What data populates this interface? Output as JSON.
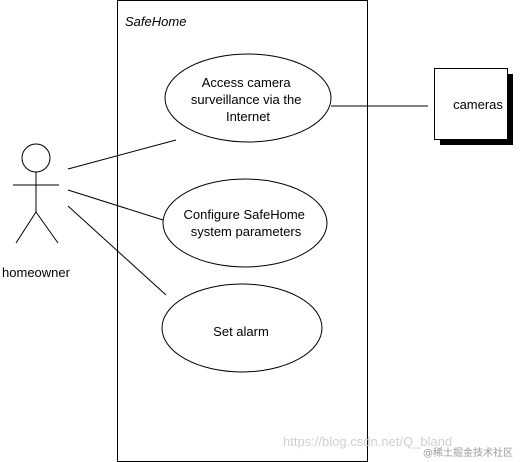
{
  "system": {
    "title": "SafeHome"
  },
  "actor": {
    "name": "homeowner"
  },
  "use_cases": [
    {
      "lines": [
        "Access camera",
        "surveillance via the",
        "Internet"
      ]
    },
    {
      "lines": [
        "Configure SafeHome",
        "system parameters"
      ]
    },
    {
      "lines": [
        "Set alarm"
      ]
    }
  ],
  "external_system": {
    "name": "cameras"
  },
  "watermarks": {
    "url": "https://blog.csdn.net/Q_bland",
    "credit": "@稀土掘金技术社区"
  },
  "colors": {
    "stroke": "#000000",
    "background": "#ffffff",
    "shadow": "#000000"
  }
}
